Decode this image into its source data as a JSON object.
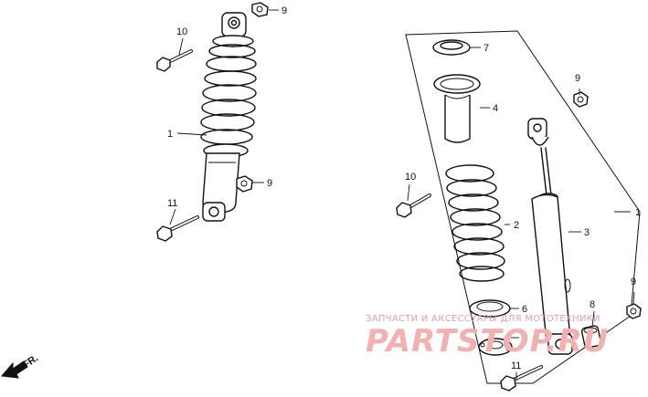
{
  "callouts": {
    "c1_left": "1",
    "c1_right": "1",
    "c2": "2",
    "c3": "3",
    "c4": "4",
    "c5": "5",
    "c6": "6",
    "c7": "7",
    "c8": "8",
    "c9_top_left": "9",
    "c9_mid_left": "9",
    "c9_top_right": "9",
    "c9_bottom_right": "9",
    "c10_left": "10",
    "c10_right": "10",
    "c11_left": "11",
    "c11_right": "11"
  },
  "direction_marker": {
    "label": "FR."
  },
  "watermark": {
    "caption": "ЗАПЧАСТИ И АКСЕССУАРЫ ДЛЯ МОТОТЕХНИКИ",
    "brand": "PARTSTOP.RU"
  }
}
